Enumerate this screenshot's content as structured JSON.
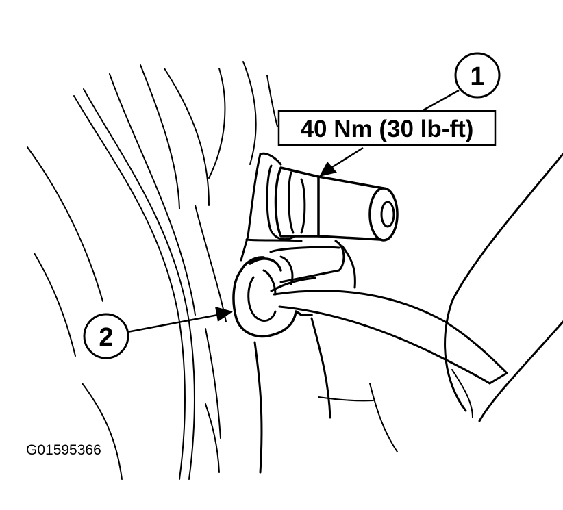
{
  "callouts": [
    {
      "number": "1"
    },
    {
      "number": "2"
    }
  ],
  "torque_spec": "40 Nm (30 lb-ft)",
  "figure_id": "G01595366",
  "colors": {
    "line": "#000000",
    "background": "#ffffff"
  }
}
